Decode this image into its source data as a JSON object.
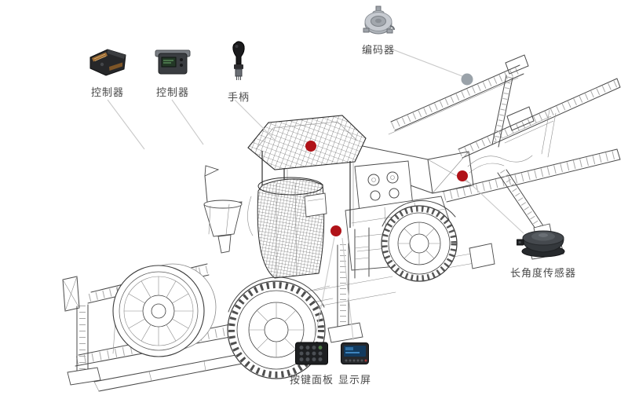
{
  "page": {
    "background_color": "#ffffff"
  },
  "colors": {
    "marker_red": "#b01218",
    "marker_gray": "#9aa2a9",
    "connector_line": "#c9c9c9",
    "label_text": "#4a4a4a",
    "wireframe_stroke": "#4a4a4a"
  },
  "callouts": [
    {
      "id": "controller-1",
      "label": "控制器",
      "icon": "controller-module-icon"
    },
    {
      "id": "controller-2",
      "label": "控制器",
      "icon": "controller-display-icon"
    },
    {
      "id": "joystick",
      "label": "手柄",
      "icon": "joystick-icon"
    },
    {
      "id": "encoder",
      "label": "编码器",
      "icon": "encoder-icon"
    },
    {
      "id": "angle-sensor",
      "label": "长角度传感器",
      "icon": "angle-sensor-icon"
    },
    {
      "id": "keypad",
      "label": "按键面板",
      "icon": "keypad-icon"
    },
    {
      "id": "display",
      "label": "显示屏",
      "icon": "display-screen-icon"
    }
  ]
}
